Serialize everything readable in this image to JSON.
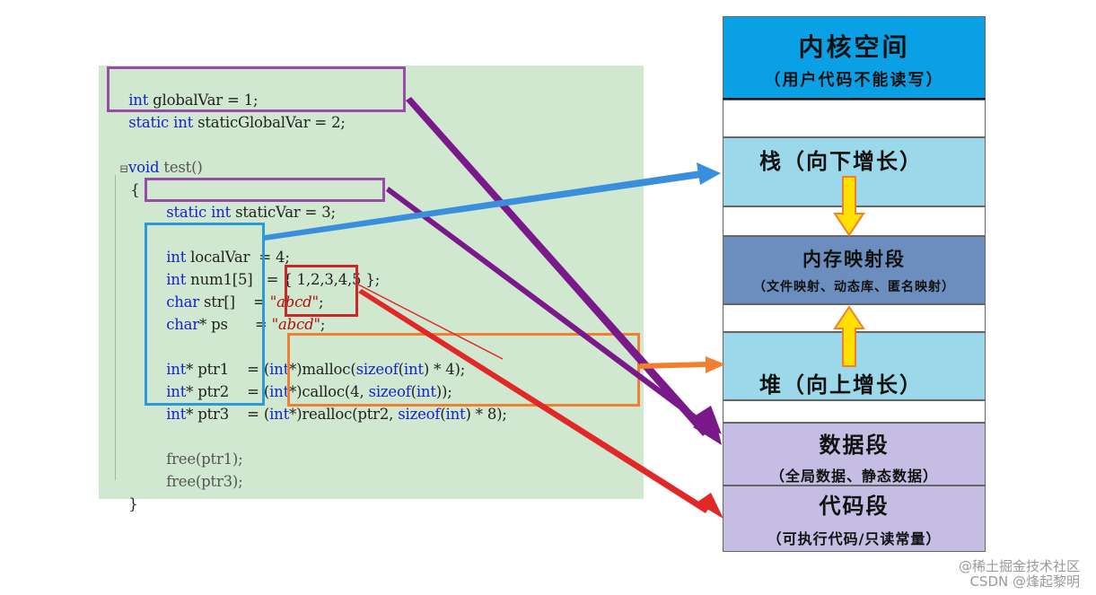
{
  "code": {
    "line1": {
      "kw": "int",
      "rest": " globalVar = 1;"
    },
    "line2": {
      "kw1": "static",
      "kw2": "int",
      "rest": " staticGlobalVar = 2;"
    },
    "line3": {
      "marker": "⊟",
      "kw": "void",
      "rest": " test()"
    },
    "line4": {
      "text": "{"
    },
    "line5": {
      "kw1": "static",
      "kw2": "int",
      "rest": " staticVar = 3;"
    },
    "line6": {
      "kw": "int",
      "rest": " localVar  = 4;"
    },
    "line7": {
      "kw": "int",
      "rest": " num1[5]   = { 1,2,3,4,5 };"
    },
    "line8": {
      "kw": "char",
      "rest": " str[]    = ",
      "str": "\"abcd\"",
      "end": ";"
    },
    "line9": {
      "kw": "char",
      "rest": "* ps      = ",
      "str": "\"abcd\"",
      "end": ";"
    },
    "line10": {
      "kw": "int",
      "rest": "* ptr1    = (",
      "kw2": "int",
      "rest2": "*)malloc(",
      "kw3": "sizeof",
      "rest3": "(",
      "kw4": "int",
      "rest4": ") * 4);"
    },
    "line11": {
      "kw": "int",
      "rest": "* ptr2    = (",
      "kw2": "int",
      "rest2": "*)calloc(4, ",
      "kw3": "sizeof",
      "rest3": "(",
      "kw4": "int",
      "rest4": "));"
    },
    "line12": {
      "kw": "int",
      "rest": "* ptr3    = (",
      "kw2": "int",
      "rest2": "*)realloc(ptr2, ",
      "kw3": "sizeof",
      "rest3": "(",
      "kw4": "int",
      "rest4": ") * 8);"
    },
    "line13": {
      "text": "free(ptr1);"
    },
    "line14": {
      "text": "free(ptr3);"
    },
    "line15": {
      "text": "}"
    }
  },
  "memory": {
    "kernel": {
      "title": "内核空间",
      "sub": "（用户代码不能读写）",
      "color": "#0aa0e6"
    },
    "stack": {
      "title": "栈（向下增长）",
      "color": "#9ad8ea"
    },
    "mmap": {
      "title": "内存映射段",
      "sub": "（文件映射、动态库、匿名映射）",
      "color": "#6c8ebf"
    },
    "heap": {
      "title": "堆（向上增长）",
      "color": "#9ad8ea"
    },
    "data": {
      "title": "数据段",
      "sub": "（全局数据、静态数据）",
      "color": "#c5bde3"
    },
    "code": {
      "title": "代码段",
      "sub": "（可执行代码/只读常量）",
      "color": "#c5bde3"
    }
  },
  "colors": {
    "purple": "#8a2a9a",
    "blue": "#3a8fdc",
    "orange": "#f08030",
    "red": "#e02828",
    "yellow": "#ffe000"
  },
  "watermark": {
    "line1": "@稀土掘金技术社区",
    "line2": "CSDN @烽起黎明"
  }
}
